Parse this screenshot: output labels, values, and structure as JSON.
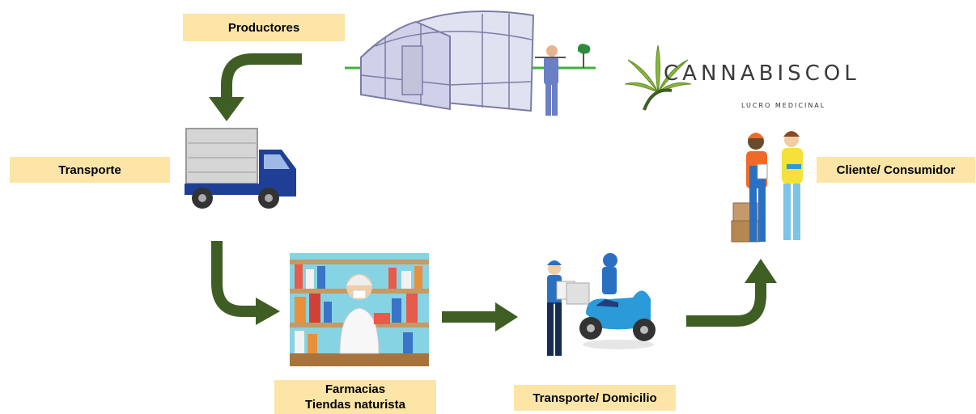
{
  "labels": {
    "productores": "Productores",
    "transporte": "Transporte",
    "farmacias_line1": "Farmacias",
    "farmacias_line2": "Tiendas naturista",
    "domicilio": "Transporte/ Domicilio",
    "cliente": "Cliente/ Consumidor"
  },
  "logo": {
    "wordmark": "CANNABISCOL",
    "tagline": "LUCRO MEDICINAL"
  },
  "colors": {
    "label_bg": "#fce5a7",
    "arrow_green": "#3f5e24",
    "logo_green": "#8ab83a"
  },
  "icons": [
    "greenhouse-farmer-icon",
    "delivery-truck-icon",
    "pharmacist-icon",
    "delivery-scooter-icon",
    "customer-couple-icon",
    "cannabis-leaf-icon"
  ]
}
